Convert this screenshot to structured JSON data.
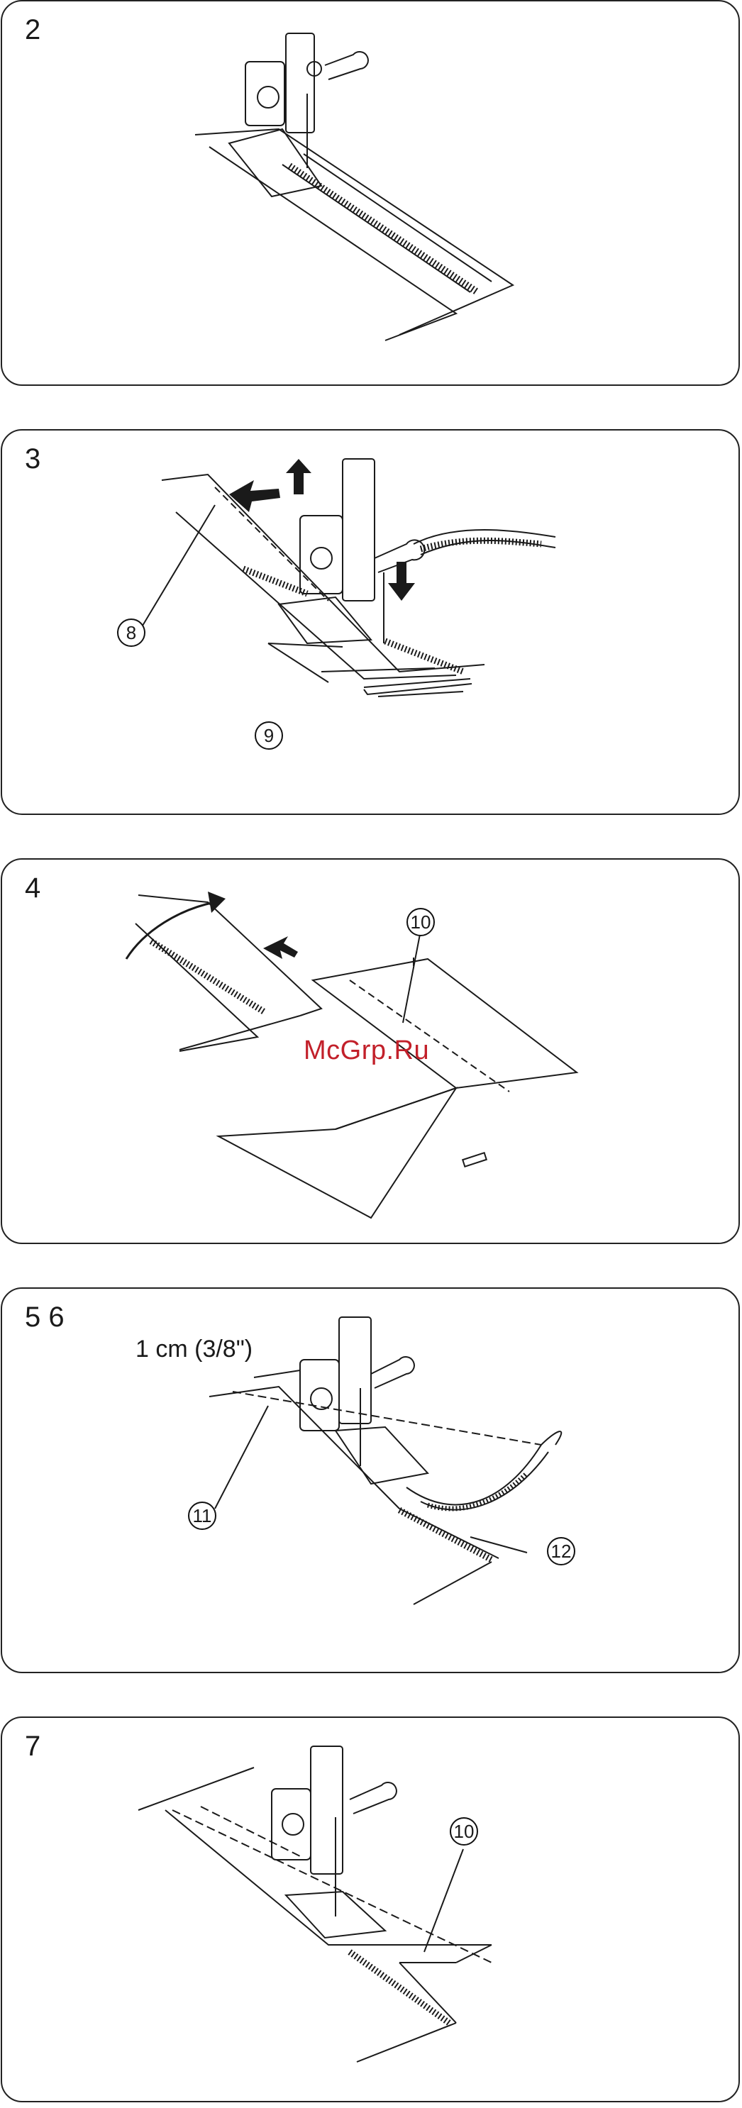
{
  "panels": [
    {
      "step": "2",
      "callouts": []
    },
    {
      "step": "3",
      "callouts": [
        "8",
        "9"
      ]
    },
    {
      "step": "4",
      "callouts": [
        "10"
      ]
    },
    {
      "step": "5   6",
      "measure": "1 cm (3/8\")",
      "callouts": [
        "11",
        "12"
      ]
    },
    {
      "step": "7",
      "callouts": [
        "10"
      ]
    }
  ],
  "watermark": "McGrp.Ru",
  "colors": {
    "line": "#1a1a1a",
    "watermark": "#c2202a",
    "panel_border": "#222222"
  }
}
